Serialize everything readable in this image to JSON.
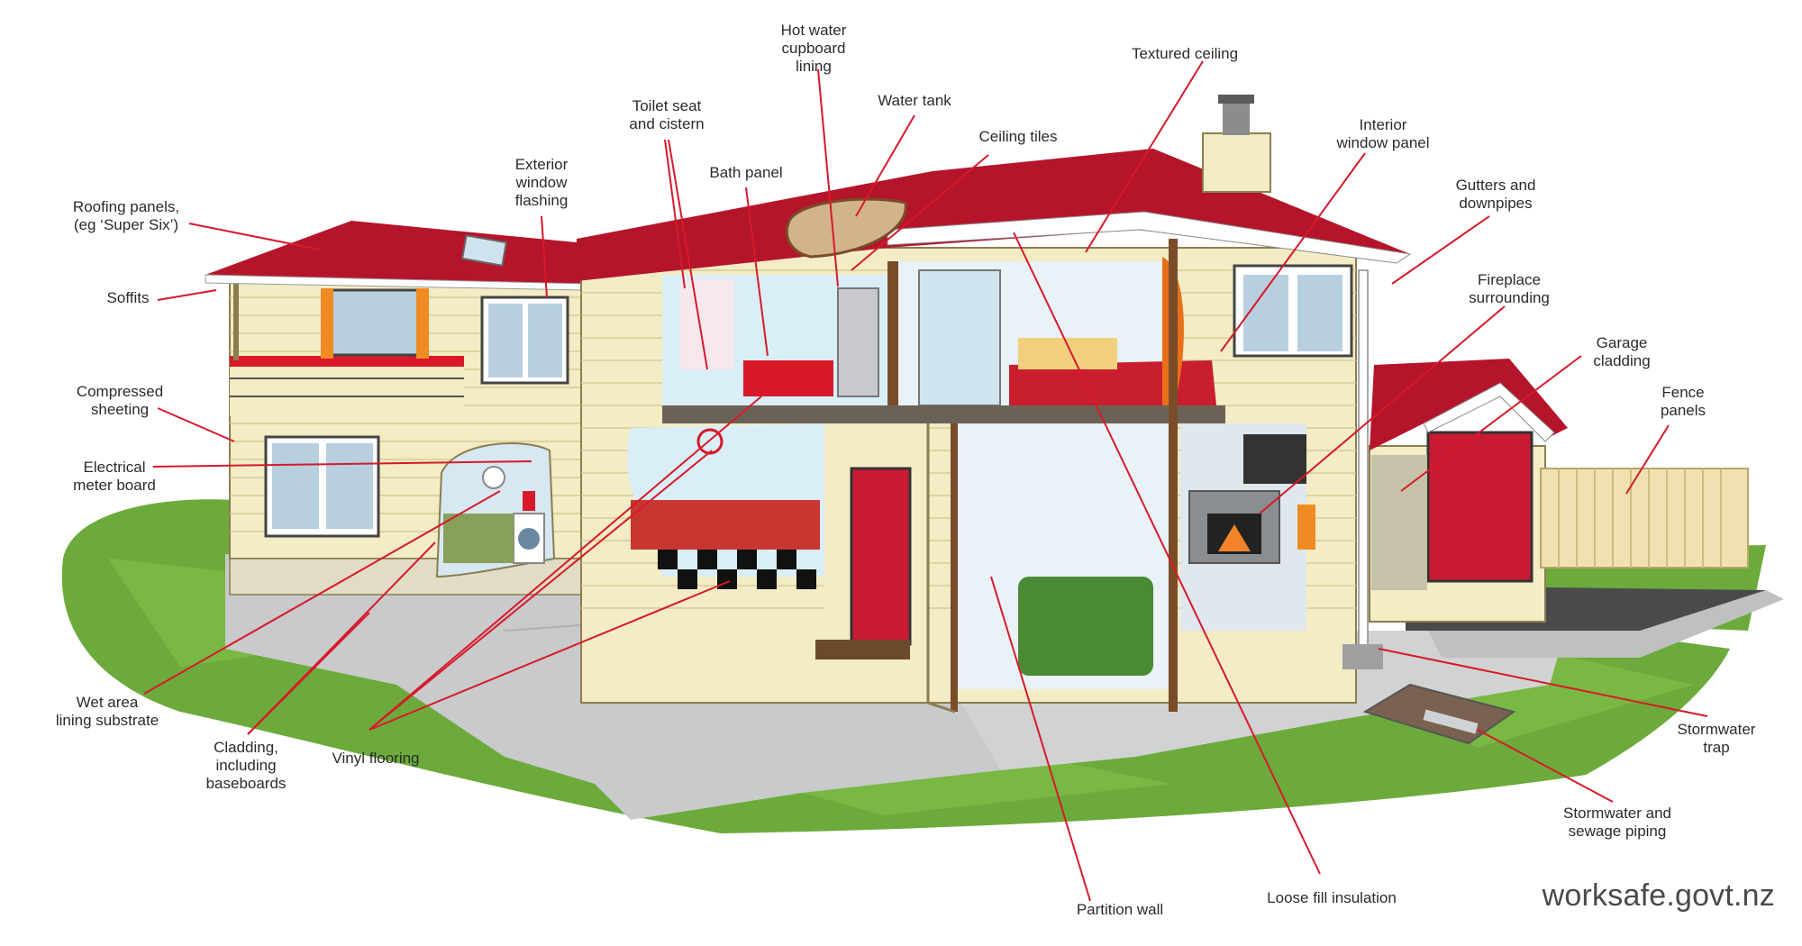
{
  "labels": {
    "hot_water": [
      "Hot water",
      "cupboard",
      "lining"
    ],
    "textured_ceiling": [
      "Textured ceiling"
    ],
    "toilet": [
      "Toilet seat",
      "and cistern"
    ],
    "water_tank": [
      "Water tank"
    ],
    "ceiling_tiles": [
      "Ceiling tiles"
    ],
    "interior_window": [
      "Interior",
      "window panel"
    ],
    "exterior_window": [
      "Exterior",
      "window",
      "flashing"
    ],
    "bath_panel": [
      "Bath panel"
    ],
    "gutters": [
      "Gutters and",
      "downpipes"
    ],
    "roofing": [
      "Roofing panels,",
      "(eg ‘Super Six’)"
    ],
    "fireplace": [
      "Fireplace",
      "surrounding"
    ],
    "soffits": [
      "Soffits"
    ],
    "garage": [
      "Garage",
      "cladding"
    ],
    "compressed": [
      "Compressed",
      "sheeting"
    ],
    "fence": [
      "Fence",
      "panels"
    ],
    "electrical": [
      "Electrical",
      "meter board"
    ],
    "wet_area": [
      "Wet area",
      "lining substrate"
    ],
    "cladding": [
      "Cladding,",
      "including",
      "baseboards"
    ],
    "vinyl": [
      "Vinyl flooring"
    ],
    "stormwater_trap": [
      "Stormwater",
      "trap"
    ],
    "stormwater_piping": [
      "Stormwater and",
      "sewage piping"
    ],
    "partition": [
      "Partition wall"
    ],
    "loose_fill": [
      "Loose fill insulation"
    ]
  },
  "brand": "worksafe.govt.nz",
  "colors": {
    "leader": "#d7192a",
    "roof": "#b5152b",
    "cladding": "#f3ecc4",
    "grass": "#6cab3b",
    "paving": "#c9cacb"
  }
}
